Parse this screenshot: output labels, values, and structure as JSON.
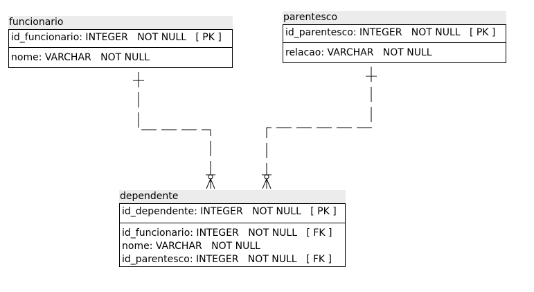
{
  "entities": {
    "funcionario": {
      "title": "funcionario",
      "pk": [
        "id_funcionario: INTEGER   NOT NULL   [ PK ]"
      ],
      "attrs": [
        "nome: VARCHAR   NOT NULL"
      ]
    },
    "parentesco": {
      "title": "parentesco",
      "pk": [
        "id_parentesco: INTEGER   NOT NULL   [ PK ]"
      ],
      "attrs": [
        "relacao: VARCHAR   NOT NULL"
      ]
    },
    "dependente": {
      "title": "dependente",
      "pk": [
        "id_dependente: INTEGER   NOT NULL   [ PK ]"
      ],
      "attrs": [
        "id_funcionario: INTEGER   NOT NULL   [ FK ]",
        "nome: VARCHAR   NOT NULL",
        "id_parentesco: INTEGER   NOT NULL   [ FK ]"
      ]
    }
  },
  "relationships": [
    {
      "from": "funcionario",
      "to": "dependente",
      "from_cardinality": "one",
      "to_cardinality": "zero-or-many",
      "line_style": "dashed"
    },
    {
      "from": "parentesco",
      "to": "dependente",
      "from_cardinality": "one",
      "to_cardinality": "zero-or-many",
      "line_style": "dashed"
    }
  ],
  "colors": {
    "title_bg": "#ececec",
    "border": "#000000",
    "background": "#ffffff"
  }
}
